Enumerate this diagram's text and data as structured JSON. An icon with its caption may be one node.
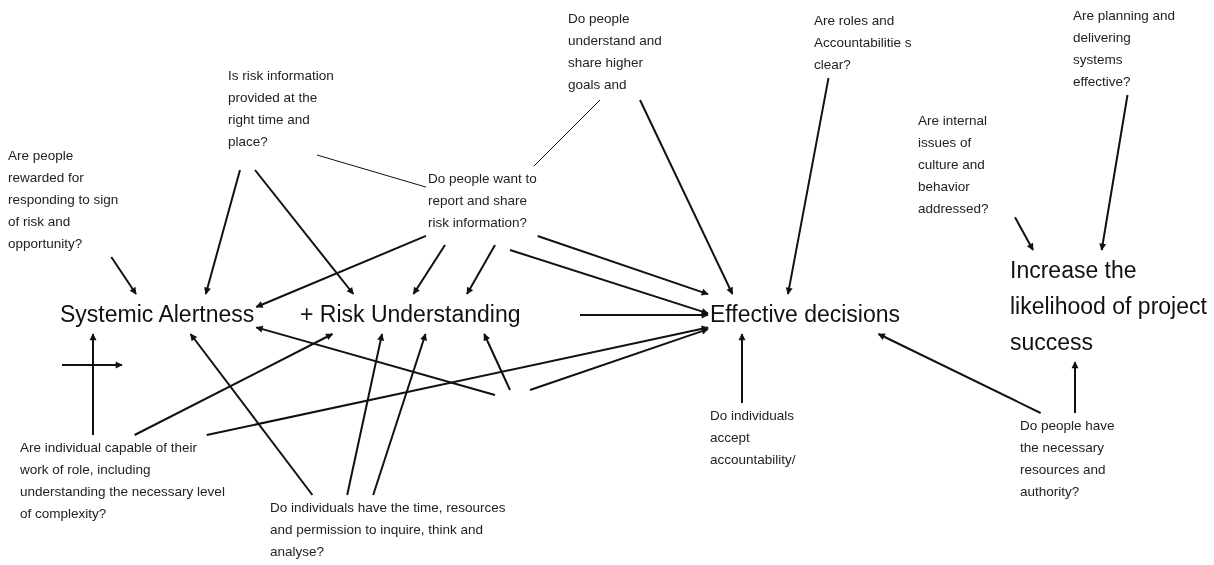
{
  "diagram": {
    "nodes": [
      {
        "text": [
          "Are people rewarded for responding to sign of risk and opportunity?"
        ]
      },
      {
        "text": [
          "Is risk information provided at the right time and place?"
        ]
      },
      {
        "text": [
          "Do people understand and share higher goals and"
        ]
      },
      {
        "text": [
          "Are roles and Accountabilitie s clear?"
        ]
      },
      {
        "text": [
          "Are planning and delivering systems effective?"
        ]
      },
      {
        "text": [
          "Are internal issues of culture and behavior addressed?"
        ]
      },
      {
        "text": [
          "Do people want to report and share risk information?"
        ]
      },
      {
        "text": [
          "Systemic Alertness"
        ]
      },
      {
        "text": [
          "+ Risk Understanding"
        ]
      },
      {
        "text": [
          "Effective decisions"
        ]
      },
      {
        "text": [
          "Increase the likelihood of project success"
        ]
      },
      {
        "text": [
          "Are individual capable of their work of role, including understanding the necessary level of complexity?"
        ]
      },
      {
        "text": [
          "Do individuals have the time, resources and permission to inquire, think and analyse?"
        ]
      },
      {
        "text": [
          "Do individuals accept accountability/"
        ]
      },
      {
        "text": [
          "Do people have the necessary resources and authority?"
        ]
      }
    ],
    "edges": [
      {
        "from": 0,
        "to": 7,
        "arrow": "to"
      },
      {
        "from": 1,
        "to": 7,
        "arrow": "to"
      },
      {
        "from": 1,
        "to": 8,
        "arrow": "to"
      },
      {
        "from": 1,
        "to": 6,
        "arrow": "none"
      },
      {
        "from": 2,
        "to": 6,
        "arrow": "none"
      },
      {
        "from": 2,
        "to": 9,
        "arrow": "to"
      },
      {
        "from": 3,
        "to": 9,
        "arrow": "to"
      },
      {
        "from": 5,
        "to": 10,
        "arrow": "to"
      },
      {
        "from": 4,
        "to": 10,
        "arrow": "to"
      },
      {
        "from": 6,
        "to": 7,
        "arrow": "to"
      },
      {
        "from": 6,
        "to": 8,
        "arrow": "to"
      },
      {
        "from": 6,
        "to": 8,
        "arrow": "to"
      },
      {
        "from": 6,
        "to": 9,
        "arrow": "to"
      },
      {
        "from": 6,
        "to": 9,
        "arrow": "to"
      },
      {
        "from": 8,
        "to": 9,
        "arrow": "to"
      },
      {
        "from": 11,
        "to": 7,
        "arrow": "to"
      },
      {
        "from": 11,
        "to": 8,
        "arrow": "to"
      },
      {
        "from": 11,
        "to": 9,
        "arrow": "to"
      },
      {
        "from": 12,
        "to": 7,
        "arrow": "to"
      },
      {
        "from": 12,
        "to": 8,
        "arrow": "to"
      },
      {
        "from": 12,
        "to": 8,
        "arrow": "to"
      },
      {
        "from": null,
        "to": 7,
        "arrow": "to"
      },
      {
        "from": null,
        "to": 8,
        "arrow": "to"
      },
      {
        "from": null,
        "to": 9,
        "arrow": "to"
      },
      {
        "from": 13,
        "to": 9,
        "arrow": "to"
      },
      {
        "from": 14,
        "to": 9,
        "arrow": "to"
      },
      {
        "from": 14,
        "to": 10,
        "arrow": "to"
      }
    ]
  }
}
